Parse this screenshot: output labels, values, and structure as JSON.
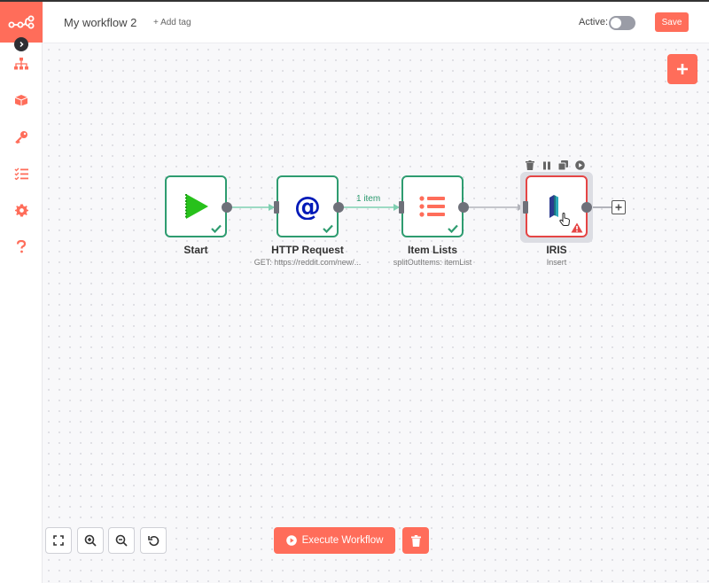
{
  "header": {
    "workflow_name": "My workflow 2",
    "add_tag": "+ Add tag",
    "active_label": "Active:",
    "active": false,
    "save_label": "Save"
  },
  "sidebar": {
    "items": [
      {
        "icon": "network-icon"
      },
      {
        "icon": "box-icon"
      },
      {
        "icon": "key-icon"
      },
      {
        "icon": "tasks-icon"
      },
      {
        "icon": "gear-icon"
      },
      {
        "icon": "question-icon"
      }
    ]
  },
  "nodes": [
    {
      "title": "Start",
      "subtitle": "",
      "icon": "play-icon",
      "status": "success"
    },
    {
      "title": "HTTP Request",
      "subtitle": "GET: https://reddit.com/new/...",
      "icon": "at-icon",
      "status": "success"
    },
    {
      "title": "Item Lists",
      "subtitle": "splitOutItems: itemList",
      "icon": "list-icon",
      "status": "success"
    },
    {
      "title": "IRIS",
      "subtitle": "Insert",
      "icon": "iris-icon",
      "status": "error"
    }
  ],
  "edges": [
    {
      "from": "Start",
      "to": "HTTP Request",
      "label": ""
    },
    {
      "from": "HTTP Request",
      "to": "Item Lists",
      "label": "1 item"
    },
    {
      "from": "Item Lists",
      "to": "IRIS",
      "label": ""
    }
  ],
  "controls": {
    "execute_label": "Execute Workflow"
  },
  "colors": {
    "accent": "#ff6d5a",
    "success": "#2e9c70",
    "error": "#e54545"
  }
}
